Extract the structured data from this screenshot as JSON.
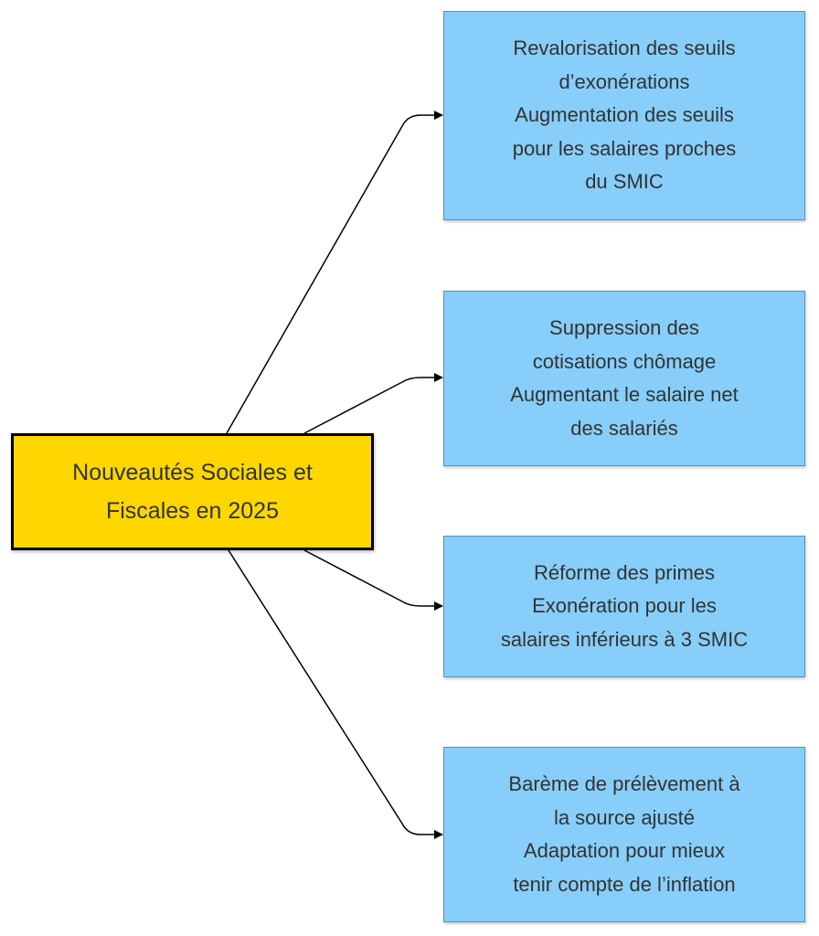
{
  "diagram": {
    "type": "mind-map",
    "root": {
      "lines": [
        "Nouveautés Sociales et",
        "Fiscales en 2025"
      ],
      "fill": "#FFD700",
      "border": "#000000"
    },
    "branches": [
      {
        "lines": [
          "Revalorisation des seuils",
          "d’exonérations",
          "Augmentation des seuils",
          "pour les salaires proches",
          "du SMIC"
        ]
      },
      {
        "lines": [
          "Suppression des",
          "cotisations chômage",
          "Augmentant le salaire net",
          "des salariés"
        ]
      },
      {
        "lines": [
          "Réforme des primes",
          "Exonération pour les",
          "salaires inférieurs à 3 SMIC"
        ]
      },
      {
        "lines": [
          "Barème de prélèvement à",
          "la source ajusté",
          "Adaptation pour mieux",
          "tenir compte de l’inflation"
        ]
      }
    ],
    "branch_fill": "#87CEFA",
    "text_color": "#333333",
    "edge_color": "#000000"
  }
}
